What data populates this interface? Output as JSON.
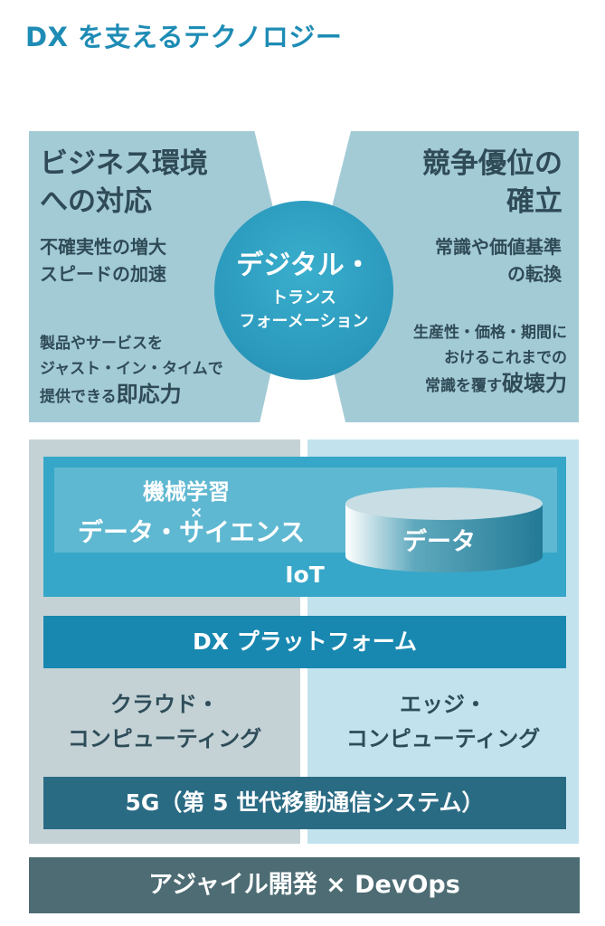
{
  "page": {
    "title": "DX を支えるテクノロジー"
  },
  "left_panel": {
    "heading_line1": "ビジネス環境",
    "heading_line2": "への対応",
    "sub_line1": "不確実性の増大",
    "sub_line2": "スピードの加速",
    "detail_line1": "製品やサービスを",
    "detail_line2": "ジャスト・イン・タイムで",
    "detail_line3_prefix": "提供できる",
    "detail_line3_emphasis": "即応力"
  },
  "right_panel": {
    "heading_line1": "競争優位の",
    "heading_line2": "確立",
    "sub_line1": "常識や価値基準",
    "sub_line2": "の転換",
    "detail_line1": "生産性・価格・期間に",
    "detail_line2": "おけるこれまでの",
    "detail_line3_prefix": "常識を覆す",
    "detail_line3_emphasis": "破壊力"
  },
  "center_circle": {
    "line1": "デジタル・",
    "line2": "トランス",
    "line3": "フォーメーション"
  },
  "iot_block": {
    "ml_line1": "機械学習",
    "ml_times": "×",
    "ml_line2": "データ・サイエンス",
    "data_label": "データ",
    "iot_label": "IoT"
  },
  "dx_platform": "DX プラットフォーム",
  "cloud": {
    "line1": "クラウド・",
    "line2": "コンピューティング"
  },
  "edge": {
    "line1": "エッジ・",
    "line2": "コンピューティング"
  },
  "g5": "5G（第 5 世代移動通信システム）",
  "agile": "アジャイル開発 × DevOps",
  "colors": {
    "title": "#1e8cb5",
    "panel": "#a3cbd6",
    "circle": "#2a98bb",
    "iot": "#36a7c8",
    "dx_platform": "#1888b0",
    "g5": "#2a6b84",
    "agile": "#4d6c74",
    "cloud_bg": "#c4d2d6",
    "edge_bg": "#c2e3ee"
  }
}
